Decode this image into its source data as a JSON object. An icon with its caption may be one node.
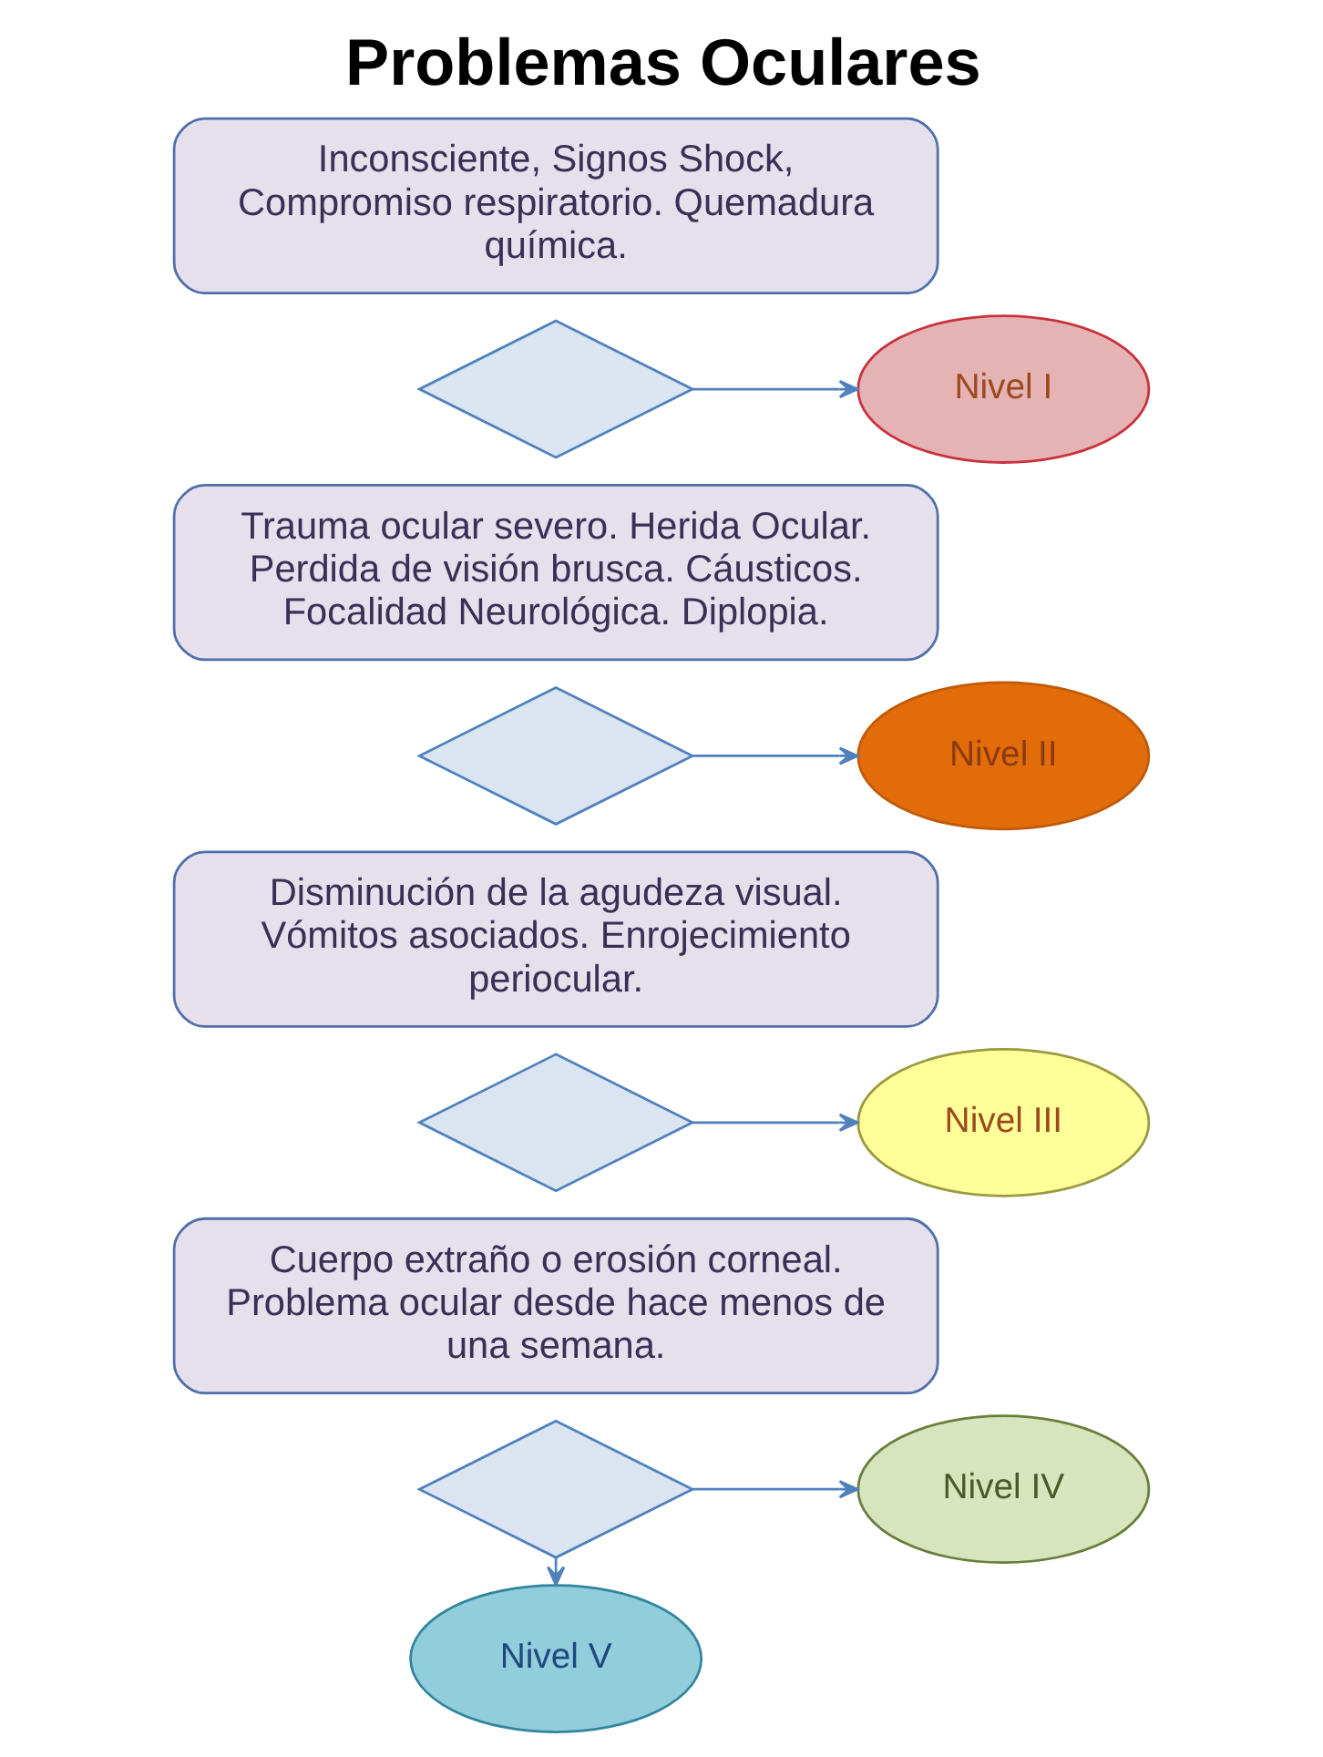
{
  "diagram": {
    "title": "Problemas Oculares",
    "nodes": [
      {
        "text": [
          "Inconsciente, Signos Shock, Compromiso respiratorio. Quemadura química."
        ]
      },
      {
        "text": [],
        "shape": "diamond"
      },
      {
        "text": [
          "Nivel I"
        ]
      },
      {
        "text": [
          "Trauma ocular severo. Herida Ocular. Perdida de visión brusca. Cáusticos. Focalidad Neurológica. Diplopia."
        ]
      },
      {
        "text": [],
        "shape": "diamond"
      },
      {
        "text": [
          "Nivel II"
        ]
      },
      {
        "text": [
          "Disminución de la agudeza visual. Vómitos asociados. Enrojecimiento periocular."
        ]
      },
      {
        "text": [],
        "shape": "diamond"
      },
      {
        "text": [
          "Nivel III"
        ]
      },
      {
        "text": [
          "Cuerpo extraño o erosión corneal. Problema ocular desde hace menos de una semana."
        ]
      },
      {
        "text": [],
        "shape": "diamond"
      },
      {
        "text": [
          "Nivel IV"
        ]
      },
      {
        "text": [
          "Nivel V"
        ]
      }
    ],
    "edges": [
      {
        "from": 1,
        "to": 2,
        "arrow": "to"
      },
      {
        "from": 4,
        "to": 5,
        "arrow": "to"
      },
      {
        "from": 7,
        "to": 8,
        "arrow": "to"
      },
      {
        "from": 10,
        "to": 11,
        "arrow": "to"
      },
      {
        "from": 10,
        "to": 12,
        "arrow": "to"
      }
    ]
  }
}
